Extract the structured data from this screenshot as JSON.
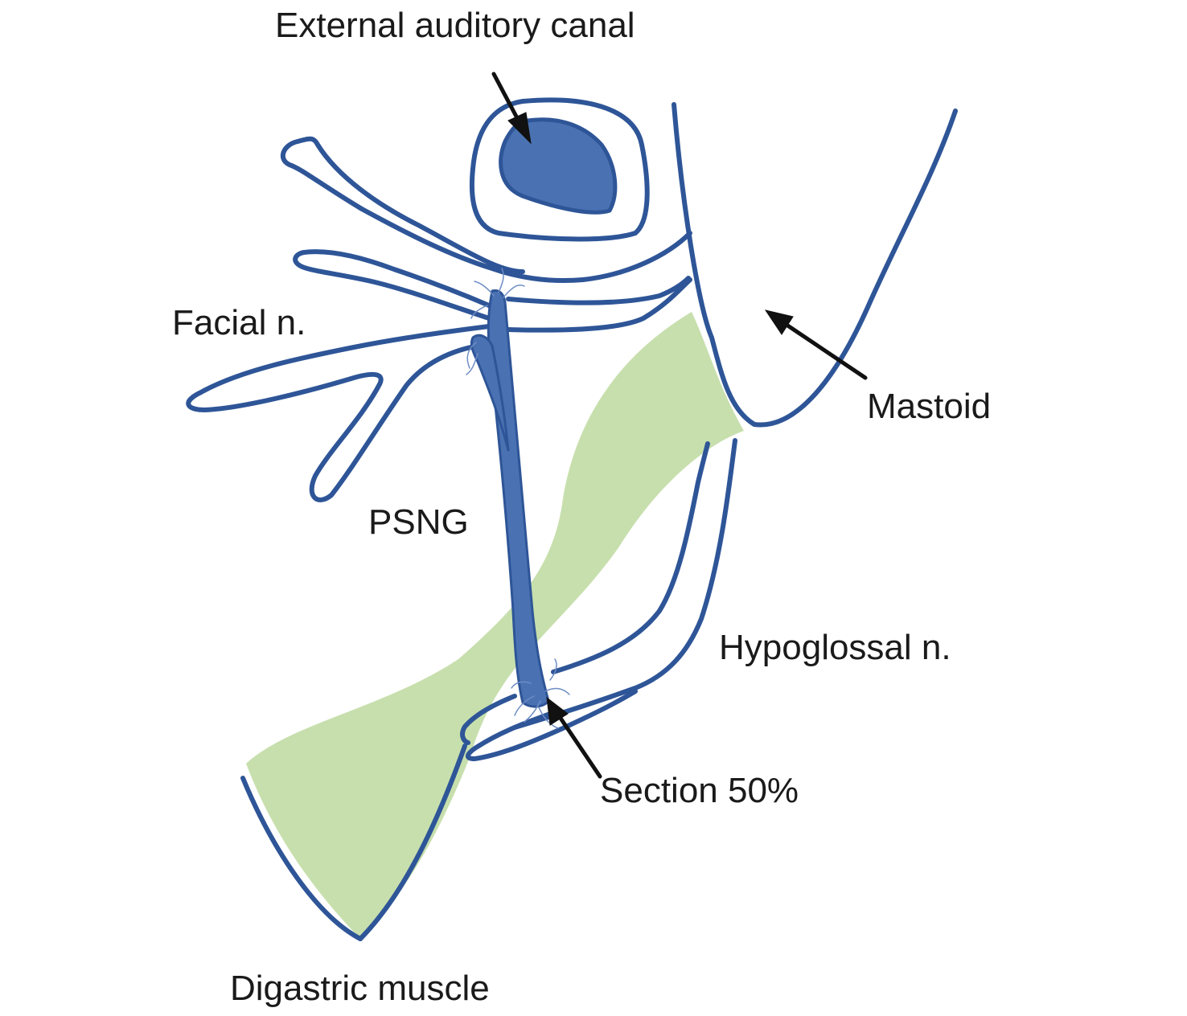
{
  "labels": {
    "external_auditory_canal": "External auditory canal",
    "facial_n": "Facial n.",
    "mastoid": "Mastoid",
    "psng": "PSNG",
    "hypoglossal_n": "Hypoglossal n.",
    "section": "Section 50%",
    "digastric_muscle": "Digastric muscle"
  },
  "colors": {
    "nerve_outline": "#2e5597",
    "nerve_fill": "#4a72b3",
    "canal_fill": "#4a72b3",
    "muscle": "#c7dfad",
    "arrow": "#111111",
    "text": "#1a1a1a",
    "background": "#ffffff"
  }
}
